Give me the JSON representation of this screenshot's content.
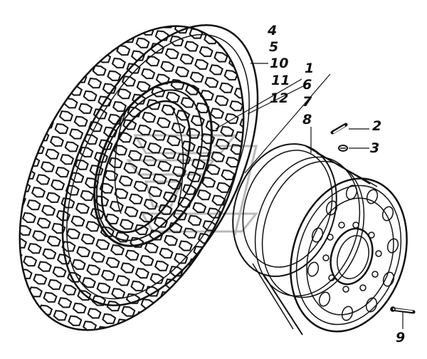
{
  "callouts": {
    "c4": "4",
    "c5": "5",
    "c10": "10",
    "c11": "11",
    "c12": "12",
    "c1": "1",
    "c6": "6",
    "c7": "7",
    "c8": "8",
    "c2": "2",
    "c3": "3",
    "c9": "9"
  },
  "parts": {
    "tyre": "tyre-assembly",
    "wheel": "disc-wheel-rim",
    "valve": "valve-stem",
    "valve_cap": "valve-cap",
    "wheel_nut": "wheel-nut"
  },
  "colors": {
    "ink": "#111111",
    "watermark": "#b9b9b9",
    "background": "#ffffff"
  }
}
